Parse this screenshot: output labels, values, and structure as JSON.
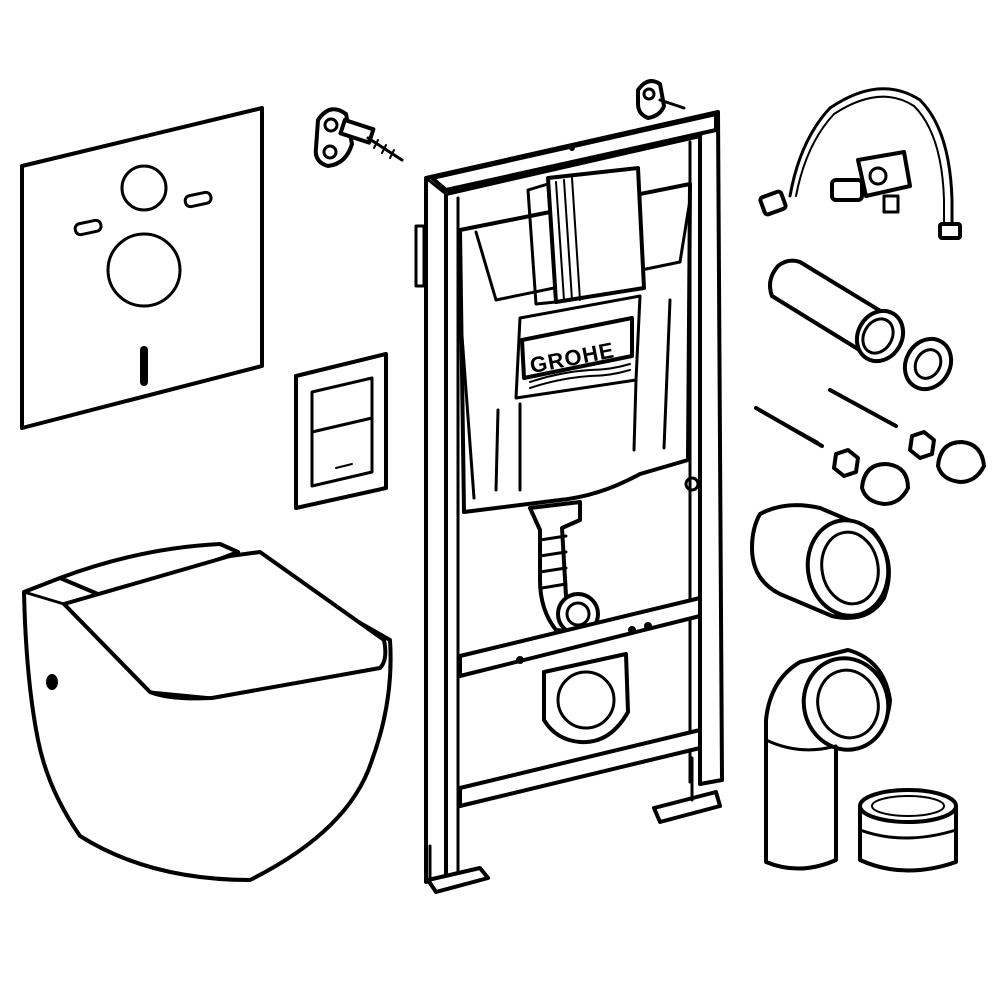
{
  "diagram": {
    "brand_label": "GROHE",
    "colors": {
      "line": "#000000",
      "background": "#ffffff"
    },
    "parts": [
      {
        "id": "sound-insulation-pad",
        "icon": "soundproofing-mat-icon"
      },
      {
        "id": "frame-fixing-brackets",
        "icon": "wall-bracket-icon"
      },
      {
        "id": "flush-plate",
        "icon": "flush-plate-icon"
      },
      {
        "id": "wall-hung-toilet",
        "icon": "wall-hung-toilet-icon"
      },
      {
        "id": "installation-frame",
        "icon": "concealed-cistern-frame-icon"
      },
      {
        "id": "supply-hose-and-valve",
        "icon": "flexible-hose-icon"
      },
      {
        "id": "flush-pipe",
        "icon": "flush-pipe-icon"
      },
      {
        "id": "mounting-bolts",
        "icon": "threaded-rod-icon"
      },
      {
        "id": "pan-connector",
        "icon": "straight-connector-icon"
      },
      {
        "id": "drain-bend",
        "icon": "waste-bend-icon"
      },
      {
        "id": "protective-cap",
        "icon": "protective-cap-icon"
      }
    ]
  }
}
